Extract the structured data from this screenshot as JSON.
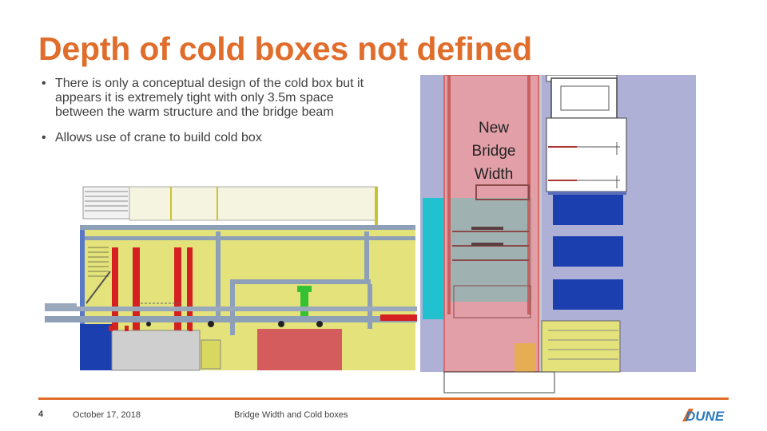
{
  "slide": {
    "title": "Depth of cold boxes not defined",
    "bullets": [
      "There is only a conceptual design of the cold box but it appears it is extremely tight with only 3.5m space between the warm structure and the bridge beam",
      "Allows use of crane to build cold box"
    ],
    "bullet_marker": "•",
    "overlay_label": [
      "New",
      "Bridge",
      "Width"
    ]
  },
  "footer": {
    "page_number": "4",
    "date": "October 17, 2018",
    "topic": "Bridge Width and Cold boxes",
    "logo_text": "DUNE"
  },
  "colors": {
    "title": "#e06d2b",
    "accent_line": "#e06d2b",
    "text": "#404040",
    "logo": "#2a7abf"
  }
}
